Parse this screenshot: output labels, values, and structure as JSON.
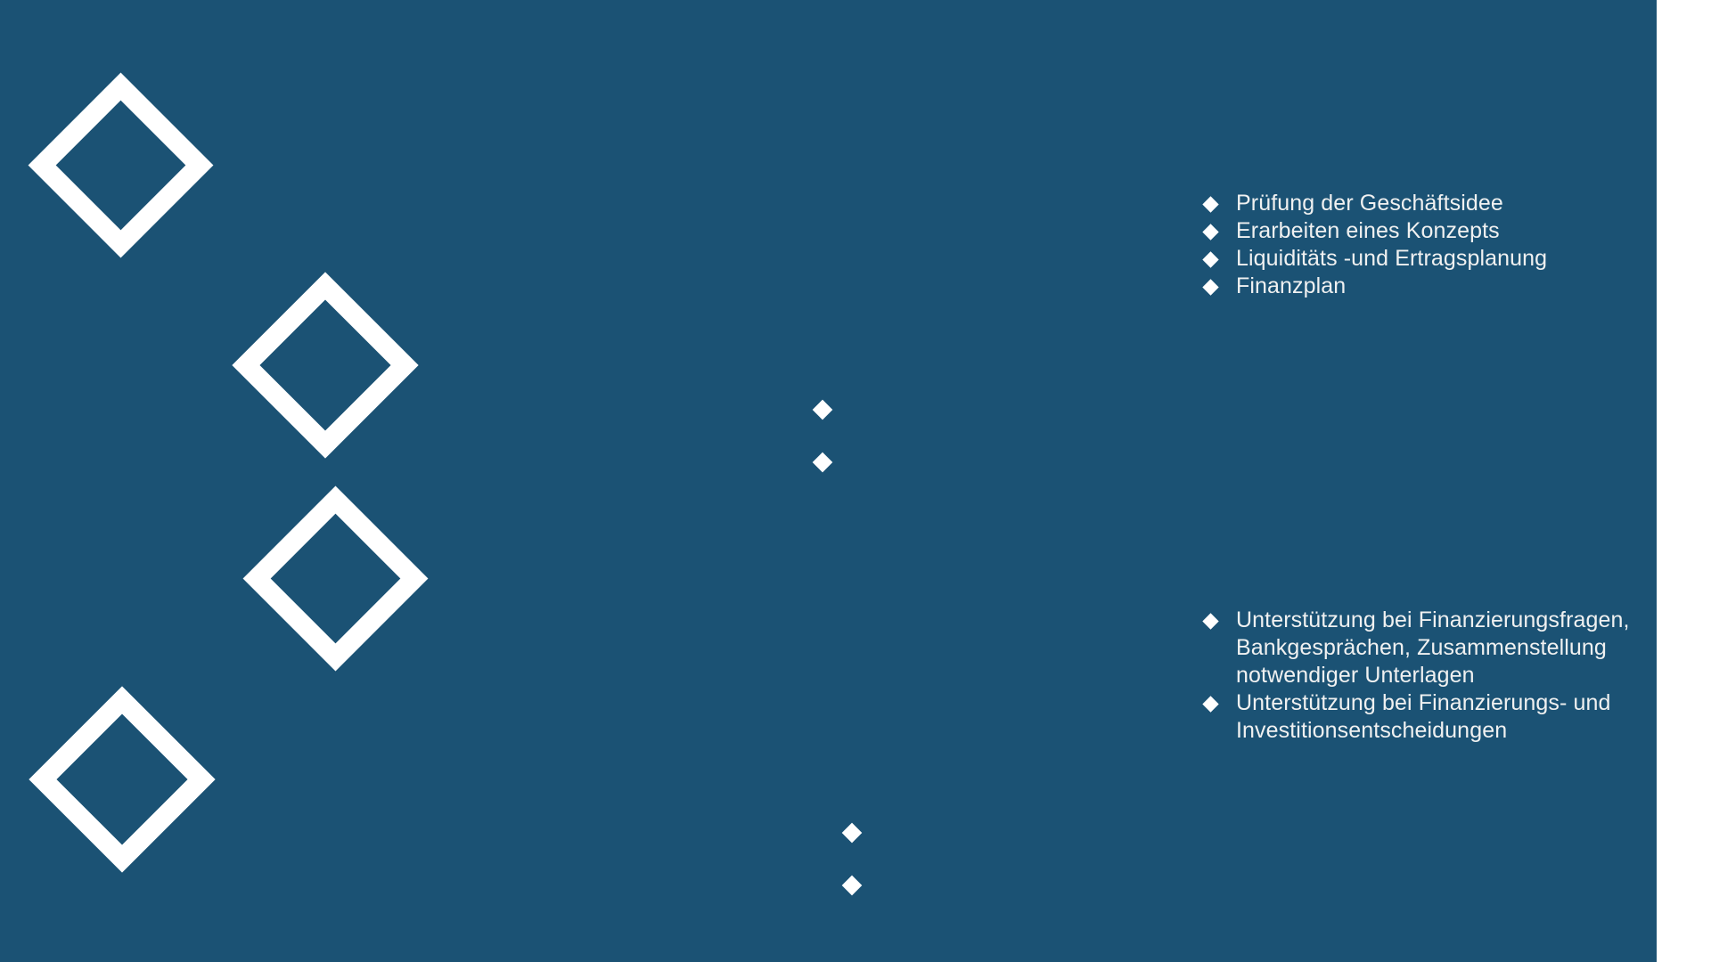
{
  "slide": {
    "background_color": "#1b5274",
    "panel_color": "#1b5274",
    "outer_color": "#ffffff",
    "text_color": "#f0f1f1",
    "accent_color": "#ffffff"
  },
  "decorations": {
    "large_diamonds": [
      {
        "name": "diamond-outline-1"
      },
      {
        "name": "diamond-outline-2"
      },
      {
        "name": "diamond-outline-3"
      },
      {
        "name": "diamond-outline-4"
      }
    ],
    "floating_bullets": [
      {
        "name": "bullet-diamond-1"
      },
      {
        "name": "bullet-diamond-2"
      },
      {
        "name": "bullet-diamond-3"
      },
      {
        "name": "bullet-diamond-4"
      }
    ]
  },
  "content_blocks": [
    {
      "id": "block-1",
      "items": [
        "Prüfung der Geschäftsidee",
        "Erarbeiten eines Konzepts",
        "Liquiditäts -und Ertragsplanung",
        "Finanzplan"
      ]
    },
    {
      "id": "block-2",
      "items": [
        "Unterstützung bei Finanzierungsfragen, Bankgesprächen, Zusammenstellung notwendiger Unterlagen",
        "Unterstützung bei Finanzierungs- und Investitionsentscheidungen"
      ]
    }
  ]
}
